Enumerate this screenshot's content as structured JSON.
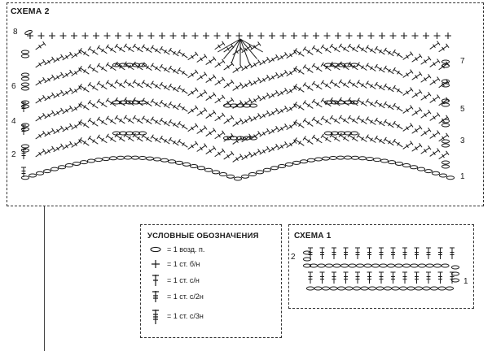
{
  "schema2": {
    "title": "СХЕМА 2",
    "row_labels_left": [
      "8",
      "6",
      "4",
      "2"
    ],
    "row_labels_right": [
      "7",
      "5",
      "3",
      "1"
    ]
  },
  "legend": {
    "title": "УСЛОВНЫЕ ОБОЗНАЧЕНИЯ",
    "items": [
      {
        "symbol": "chain-stitch-icon",
        "label": "= 1 возд. п."
      },
      {
        "symbol": "single-crochet-icon",
        "label": "= 1 ст. б/н"
      },
      {
        "symbol": "double-crochet-icon",
        "label": "= 1 ст. с/н"
      },
      {
        "symbol": "treble-crochet-icon",
        "label": "= 1 ст. с/2н"
      },
      {
        "symbol": "double-treble-crochet-icon",
        "label": "= 1 ст. с/3н"
      }
    ]
  },
  "schema1": {
    "title": "СХЕМА 1",
    "row_labels": [
      "2",
      "1"
    ]
  },
  "colors": {
    "ink": "#1a1a1a",
    "border": "#333333"
  }
}
